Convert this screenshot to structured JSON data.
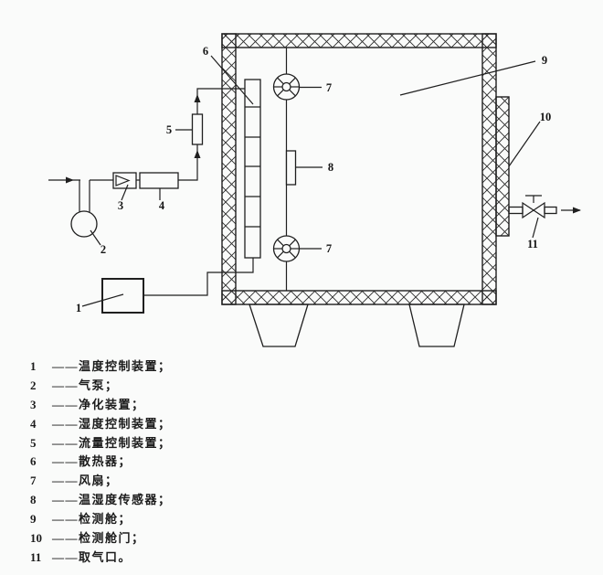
{
  "colors": {
    "background": "#fafbfa",
    "line": "#1f1f1f"
  },
  "callouts": {
    "n1": "1",
    "n2": "2",
    "n3": "3",
    "n4": "4",
    "n5": "5",
    "n6": "6",
    "n7_top": "7",
    "n7_bottom": "7",
    "n8": "8",
    "n9": "9",
    "n10": "10",
    "n11": "11"
  },
  "legend": {
    "dash": "——",
    "items": [
      {
        "num": "1",
        "text": "温度控制装置；"
      },
      {
        "num": "2",
        "text": "气泵；"
      },
      {
        "num": "3",
        "text": "净化装置；"
      },
      {
        "num": "4",
        "text": "湿度控制装置；"
      },
      {
        "num": "5",
        "text": "流量控制装置；"
      },
      {
        "num": "6",
        "text": "散热器；"
      },
      {
        "num": "7",
        "text": "风扇；"
      },
      {
        "num": "8",
        "text": "温湿度传感器；"
      },
      {
        "num": "9",
        "text": "检测舱；"
      },
      {
        "num": "10",
        "text": "检测舱门；"
      },
      {
        "num": "11",
        "text": "取气口。"
      }
    ]
  }
}
